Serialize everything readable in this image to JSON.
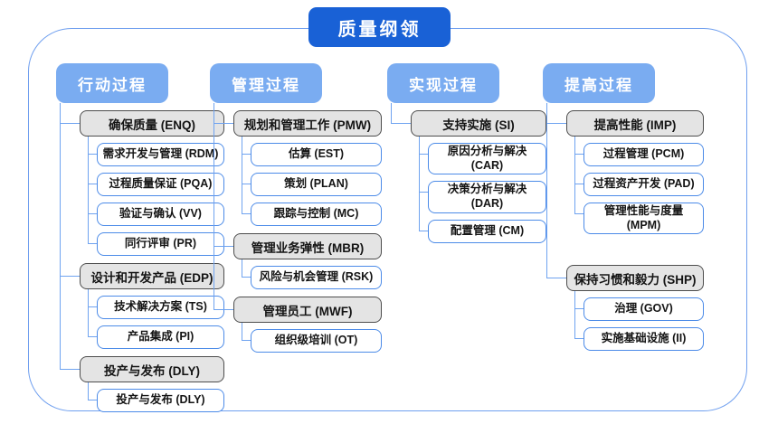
{
  "title": "质量纲领",
  "colors": {
    "title_bg": "#1961D6",
    "header_bg": "#7AACF1",
    "connector": "#6FA3F0",
    "group_fill": "#E4E4E4",
    "group_border": "#4D4D4D",
    "leaf_border": "#4C8BE8",
    "frame_border": "#6F9FEF"
  },
  "columns": [
    {
      "label": "行动过程",
      "groups": [
        {
          "label": "确保质量 (ENQ)",
          "children": [
            "需求开发与管理 (RDM)",
            "过程质量保证 (PQA)",
            "验证与确认 (VV)",
            "同行评审 (PR)"
          ]
        },
        {
          "label": "设计和开发产品 (EDP)",
          "children": [
            "技术解决方案 (TS)",
            "产品集成 (PI)"
          ]
        },
        {
          "label": "投产与发布 (DLY)",
          "children": [
            "投产与发布 (DLY)"
          ]
        }
      ]
    },
    {
      "label": "管理过程",
      "groups": [
        {
          "label": "规划和管理工作 (PMW)",
          "children": [
            "估算 (EST)",
            "策划 (PLAN)",
            "跟踪与控制 (MC)"
          ]
        },
        {
          "label": "管理业务弹性 (MBR)",
          "children": [
            "风险与机会管理 (RSK)"
          ]
        },
        {
          "label": "管理员工 (MWF)",
          "children": [
            "组织级培训 (OT)"
          ]
        }
      ]
    },
    {
      "label": "实现过程",
      "groups": [
        {
          "label": "支持实施 (SI)",
          "children": [
            "原因分析与解决 (CAR)",
            "决策分析与解决 (DAR)",
            "配置管理 (CM)"
          ]
        }
      ]
    },
    {
      "label": "提高过程",
      "groups": [
        {
          "label": "提高性能 (IMP)",
          "children": [
            "过程管理 (PCM)",
            "过程资产开发 (PAD)",
            "管理性能与度量 (MPM)"
          ]
        },
        {
          "label": "保持习惯和毅力 (SHP)",
          "children": [
            "治理 (GOV)",
            "实施基础设施 (II)"
          ]
        }
      ]
    }
  ]
}
